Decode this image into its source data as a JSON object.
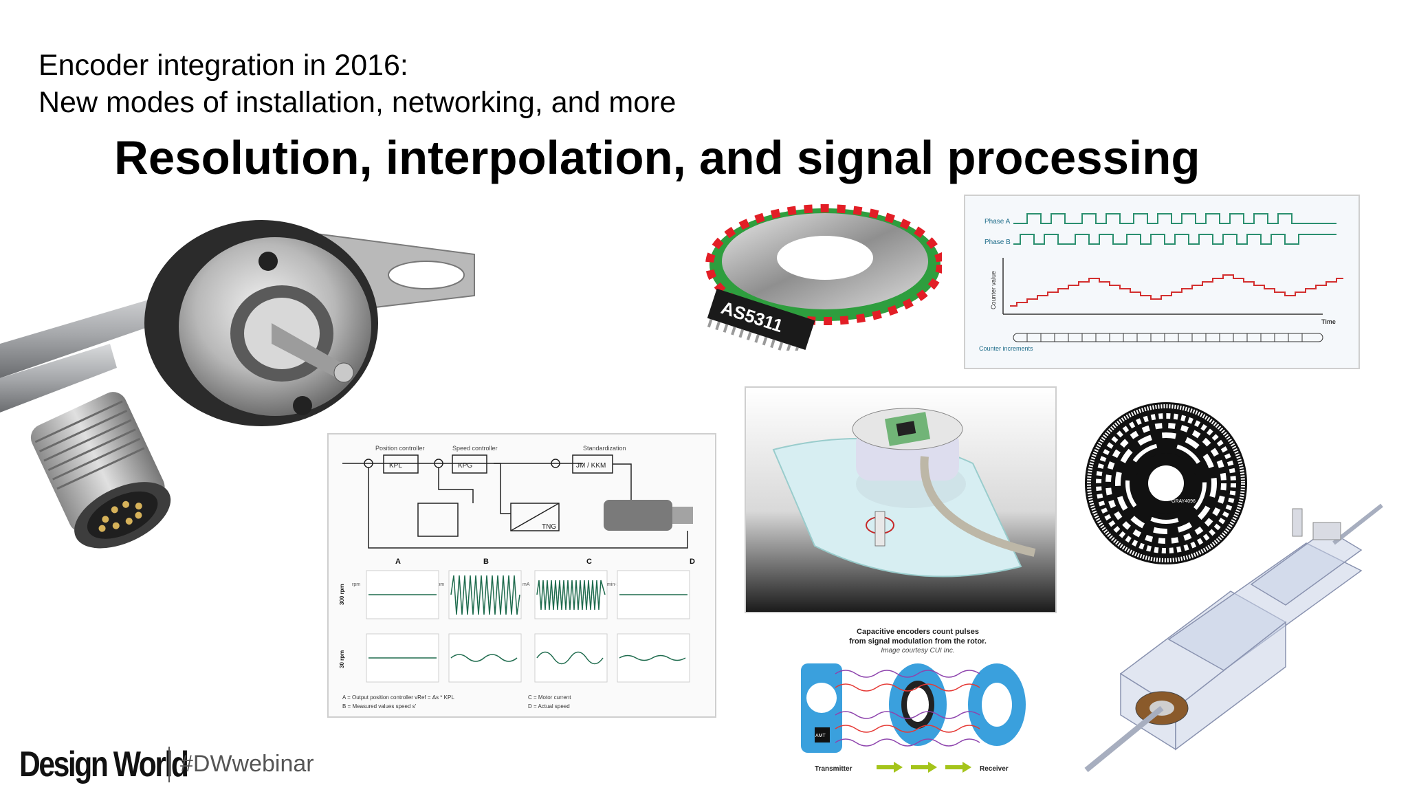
{
  "header": {
    "line1": "Encoder integration in 2016:",
    "line2": "New modes of installation, networking, and more"
  },
  "title": "Resolution, interpolation, and signal processing",
  "chip_label": "AS5311",
  "quadrature_figure": {
    "phase_a": "Phase A",
    "phase_b": "Phase B",
    "counter_value": "Counter value",
    "time": "Time",
    "counter_increments": "Counter increments"
  },
  "control_diagram": {
    "position_controller": "Position controller",
    "speed_controller": "Speed controller",
    "standardization": "Standardization",
    "blocks": [
      "KPL",
      "KPG",
      "JM / KKM",
      "TNG"
    ],
    "points": [
      "A",
      "B",
      "C",
      "D"
    ],
    "row_labels": [
      "300 rpm",
      "30 rpm"
    ],
    "unit_labels": [
      "rpm",
      "rpm",
      "mA",
      "Umin-1",
      "rpm"
    ],
    "legend": [
      "A = Output position controller vRef = Δs * KPL",
      "B = Measured values speed s'",
      "C = Motor current",
      "D = Actual speed"
    ]
  },
  "capacitive_figure": {
    "caption1": "Capacitive encoders count pulses",
    "caption2": "from signal modulation from the rotor.",
    "credit": "Image courtesy CUI Inc.",
    "chip": "AMT",
    "transmitter": "Transmitter",
    "receiver": "Receiver"
  },
  "absolute_disc_label": "GRAY4096",
  "footer": {
    "logo": "Design World",
    "hashtag": "#DWwebinar"
  },
  "colors": {
    "signal_green": "#2a8f6f",
    "counter_red": "#d32f2f",
    "ring_red": "#e21e26",
    "ring_green": "#2e9e3e",
    "cap_blue": "#3aa0dd"
  }
}
